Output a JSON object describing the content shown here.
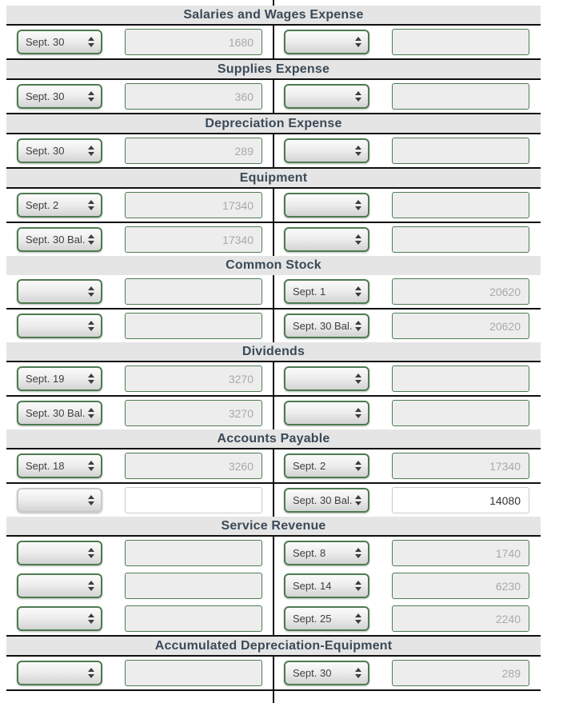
{
  "app": {
    "description": "T-account ledger posting exercise"
  },
  "colors": {
    "accent_green_border": "#4e7b50",
    "header_band_bg": "#e5e5e5",
    "header_text": "#3b4a57",
    "rule_line": "#101010",
    "disabled_field_bg": "#ededed",
    "disabled_text": "#a9a9a9",
    "active_field_bg": "#ffffff",
    "active_text": "#333333",
    "inactive_border": "#c9c9c9"
  },
  "icons": {
    "select_spinner": "select-spinner-icon (stacked up/down triangles)"
  },
  "sections": [
    {
      "title": "Salaries and Wages Expense",
      "header_line": true,
      "rows": [
        {
          "left": {
            "select": "Sept. 30",
            "select_variant": "green",
            "value": "1680",
            "input_variant": "disabled"
          },
          "right": {
            "select": "",
            "select_variant": "green",
            "value": "",
            "input_variant": "disabled"
          },
          "line_below": true
        }
      ]
    },
    {
      "title": "Supplies Expense",
      "header_line": true,
      "rows": [
        {
          "left": {
            "select": "Sept. 30",
            "select_variant": "green",
            "value": "360",
            "input_variant": "disabled"
          },
          "right": {
            "select": "",
            "select_variant": "green",
            "value": "",
            "input_variant": "disabled"
          },
          "line_below": true
        }
      ]
    },
    {
      "title": "Depreciation Expense",
      "header_line": true,
      "rows": [
        {
          "left": {
            "select": "Sept. 30",
            "select_variant": "green",
            "value": "289",
            "input_variant": "disabled"
          },
          "right": {
            "select": "",
            "select_variant": "green",
            "value": "",
            "input_variant": "disabled"
          },
          "line_below": true
        }
      ]
    },
    {
      "title": "Equipment",
      "header_line": true,
      "rows": [
        {
          "left": {
            "select": "Sept. 2",
            "select_variant": "green",
            "value": "17340",
            "input_variant": "disabled"
          },
          "right": {
            "select": "",
            "select_variant": "green",
            "value": "",
            "input_variant": "disabled"
          },
          "line_below": true
        },
        {
          "left": {
            "select": "Sept. 30 Bal.",
            "select_variant": "green",
            "value": "17340",
            "input_variant": "disabled"
          },
          "right": {
            "select": "",
            "select_variant": "green",
            "value": "",
            "input_variant": "disabled"
          },
          "line_below": false
        }
      ]
    },
    {
      "title": "Common Stock",
      "header_line": false,
      "rows": [
        {
          "left": {
            "select": "",
            "select_variant": "green",
            "value": "",
            "input_variant": "disabled"
          },
          "right": {
            "select": "Sept. 1",
            "select_variant": "green",
            "value": "20620",
            "input_variant": "disabled"
          },
          "line_below": true
        },
        {
          "left": {
            "select": "",
            "select_variant": "green",
            "value": "",
            "input_variant": "disabled"
          },
          "right": {
            "select": "Sept. 30 Bal.",
            "select_variant": "green",
            "value": "20620",
            "input_variant": "disabled"
          },
          "line_below": false
        }
      ]
    },
    {
      "title": "Dividends",
      "header_line": true,
      "rows": [
        {
          "left": {
            "select": "Sept. 19",
            "select_variant": "green",
            "value": "3270",
            "input_variant": "disabled"
          },
          "right": {
            "select": "",
            "select_variant": "green",
            "value": "",
            "input_variant": "disabled"
          },
          "line_below": true
        },
        {
          "left": {
            "select": "Sept. 30 Bal.",
            "select_variant": "green",
            "value": "3270",
            "input_variant": "disabled"
          },
          "right": {
            "select": "",
            "select_variant": "green",
            "value": "",
            "input_variant": "disabled"
          },
          "line_below": false
        }
      ]
    },
    {
      "title": "Accounts Payable",
      "header_line": true,
      "rows": [
        {
          "left": {
            "select": "Sept. 18",
            "select_variant": "green",
            "value": "3260",
            "input_variant": "disabled"
          },
          "right": {
            "select": "Sept. 2",
            "select_variant": "green",
            "value": "17340",
            "input_variant": "disabled"
          },
          "line_below": true
        },
        {
          "left": {
            "select": "",
            "select_variant": "gray",
            "value": "",
            "input_variant": "active"
          },
          "right": {
            "select": "Sept. 30 Bal.",
            "select_variant": "green",
            "value": "14080",
            "input_variant": "active"
          },
          "line_below": false
        }
      ]
    },
    {
      "title": "Service Revenue",
      "header_line": true,
      "rows": [
        {
          "left": {
            "select": "",
            "select_variant": "green",
            "value": "",
            "input_variant": "disabled"
          },
          "right": {
            "select": "Sept. 8",
            "select_variant": "green",
            "value": "1740",
            "input_variant": "disabled"
          },
          "line_below": false
        },
        {
          "left": {
            "select": "",
            "select_variant": "green",
            "value": "",
            "input_variant": "disabled"
          },
          "right": {
            "select": "Sept. 14",
            "select_variant": "green",
            "value": "6230",
            "input_variant": "disabled"
          },
          "line_below": false
        },
        {
          "left": {
            "select": "",
            "select_variant": "green",
            "value": "",
            "input_variant": "disabled"
          },
          "right": {
            "select": "Sept. 25",
            "select_variant": "green",
            "value": "2240",
            "input_variant": "disabled"
          },
          "line_below": true
        }
      ]
    },
    {
      "title": "Accumulated Depreciation-Equipment",
      "header_line": true,
      "rows": [
        {
          "left": {
            "select": "",
            "select_variant": "green",
            "value": "",
            "input_variant": "disabled"
          },
          "right": {
            "select": "Sept. 30",
            "select_variant": "green",
            "value": "289",
            "input_variant": "disabled"
          },
          "line_below": true
        }
      ]
    }
  ]
}
